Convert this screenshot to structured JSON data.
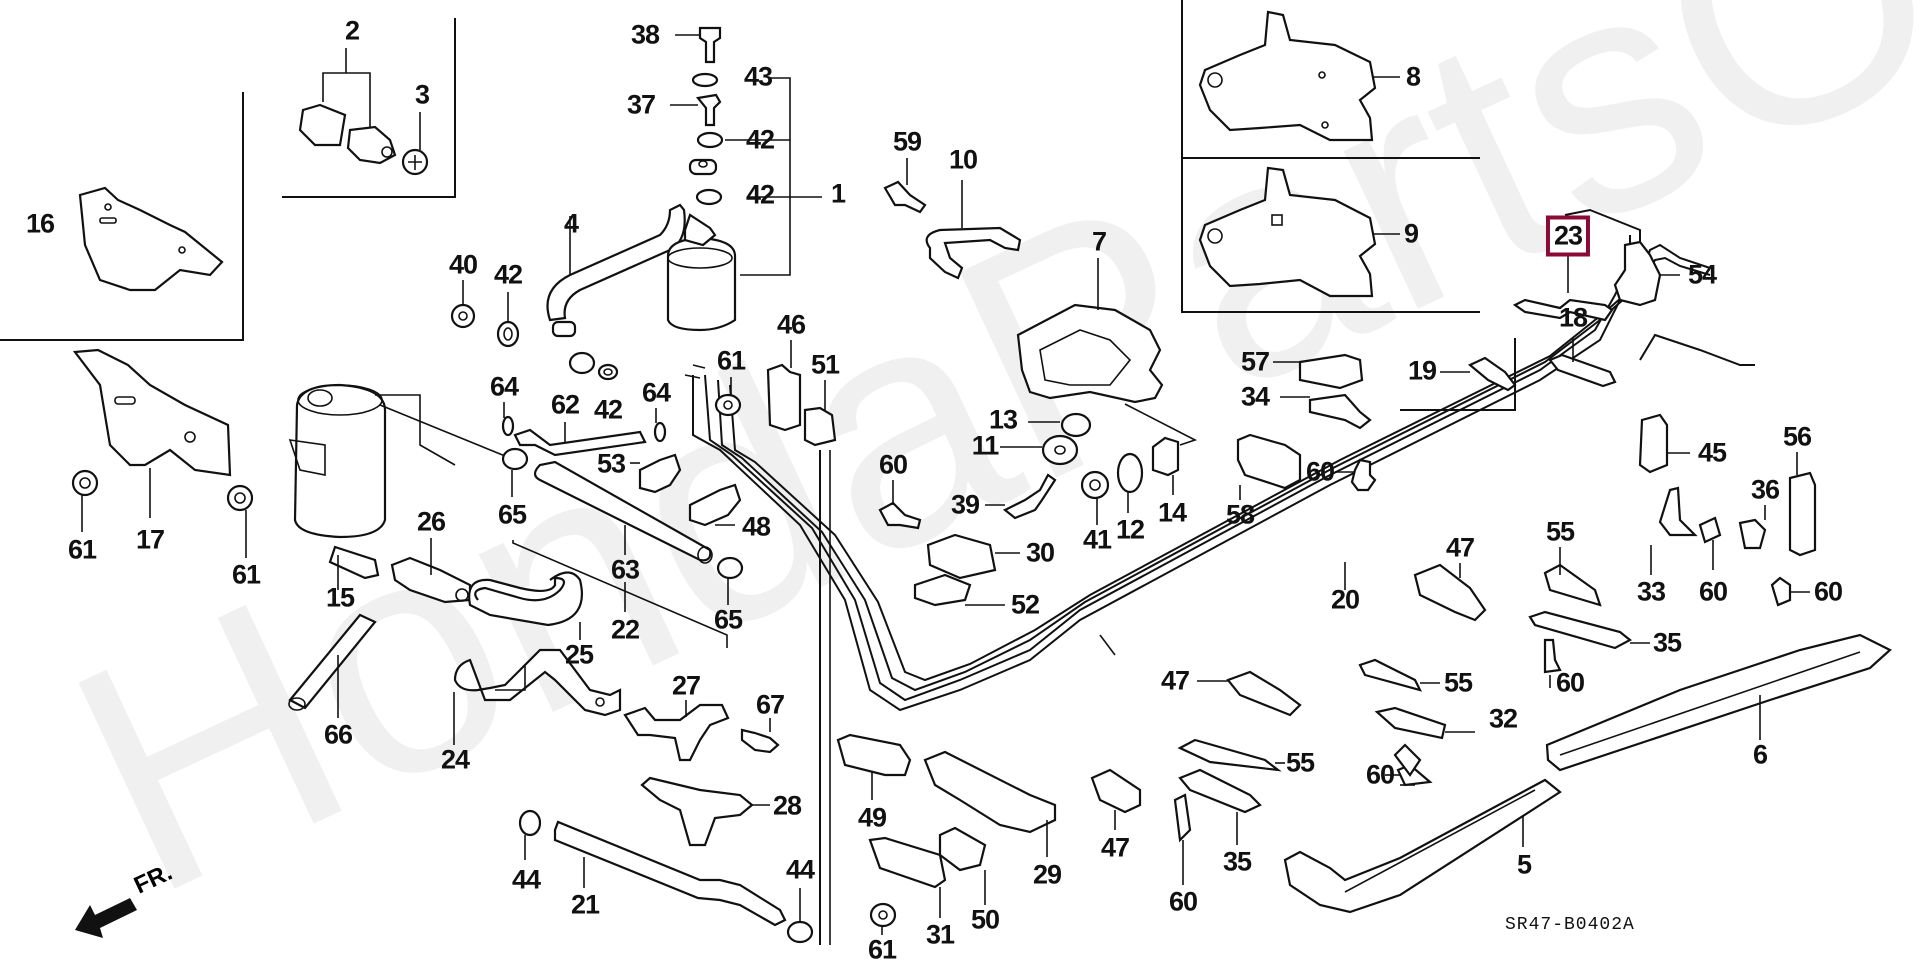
{
  "diagram": {
    "title": "Fuel Pipe Parts Diagram",
    "diagram_code": "SR47-B0402A",
    "direction_label": "FR.",
    "watermark": "HondaPartsOnline.ru",
    "highlighted_part": "23",
    "accent_color": "#8b0a36",
    "callouts": [
      {
        "id": "c1",
        "label": "1"
      },
      {
        "id": "c2",
        "label": "2"
      },
      {
        "id": "c3",
        "label": "3"
      },
      {
        "id": "c4",
        "label": "4"
      },
      {
        "id": "c5",
        "label": "5"
      },
      {
        "id": "c6",
        "label": "6"
      },
      {
        "id": "c7",
        "label": "7"
      },
      {
        "id": "c8",
        "label": "8"
      },
      {
        "id": "c9",
        "label": "9"
      },
      {
        "id": "c10",
        "label": "10"
      },
      {
        "id": "c11",
        "label": "11"
      },
      {
        "id": "c12",
        "label": "12"
      },
      {
        "id": "c13",
        "label": "13"
      },
      {
        "id": "c14",
        "label": "14"
      },
      {
        "id": "c15",
        "label": "15"
      },
      {
        "id": "c16",
        "label": "16"
      },
      {
        "id": "c17",
        "label": "17"
      },
      {
        "id": "c18",
        "label": "18"
      },
      {
        "id": "c19",
        "label": "19"
      },
      {
        "id": "c20",
        "label": "20"
      },
      {
        "id": "c21",
        "label": "21"
      },
      {
        "id": "c22",
        "label": "22"
      },
      {
        "id": "c23",
        "label": "23"
      },
      {
        "id": "c24",
        "label": "24"
      },
      {
        "id": "c25",
        "label": "25"
      },
      {
        "id": "c26",
        "label": "26"
      },
      {
        "id": "c27",
        "label": "27"
      },
      {
        "id": "c28",
        "label": "28"
      },
      {
        "id": "c29",
        "label": "29"
      },
      {
        "id": "c30",
        "label": "30"
      },
      {
        "id": "c31",
        "label": "31"
      },
      {
        "id": "c32",
        "label": "32"
      },
      {
        "id": "c33",
        "label": "33"
      },
      {
        "id": "c34",
        "label": "34"
      },
      {
        "id": "c35a",
        "label": "35"
      },
      {
        "id": "c35b",
        "label": "35"
      },
      {
        "id": "c36",
        "label": "36"
      },
      {
        "id": "c37",
        "label": "37"
      },
      {
        "id": "c38",
        "label": "38"
      },
      {
        "id": "c39",
        "label": "39"
      },
      {
        "id": "c40",
        "label": "40"
      },
      {
        "id": "c41",
        "label": "41"
      },
      {
        "id": "c42a",
        "label": "42"
      },
      {
        "id": "c42b",
        "label": "42"
      },
      {
        "id": "c42c",
        "label": "42"
      },
      {
        "id": "c42d",
        "label": "42"
      },
      {
        "id": "c43",
        "label": "43"
      },
      {
        "id": "c44a",
        "label": "44"
      },
      {
        "id": "c44b",
        "label": "44"
      },
      {
        "id": "c45",
        "label": "45"
      },
      {
        "id": "c46",
        "label": "46"
      },
      {
        "id": "c47a",
        "label": "47"
      },
      {
        "id": "c47b",
        "label": "47"
      },
      {
        "id": "c47c",
        "label": "47"
      },
      {
        "id": "c48",
        "label": "48"
      },
      {
        "id": "c49",
        "label": "49"
      },
      {
        "id": "c50",
        "label": "50"
      },
      {
        "id": "c51",
        "label": "51"
      },
      {
        "id": "c52",
        "label": "52"
      },
      {
        "id": "c53",
        "label": "53"
      },
      {
        "id": "c54",
        "label": "54"
      },
      {
        "id": "c55a",
        "label": "55"
      },
      {
        "id": "c55b",
        "label": "55"
      },
      {
        "id": "c55c",
        "label": "55"
      },
      {
        "id": "c56",
        "label": "56"
      },
      {
        "id": "c57",
        "label": "57"
      },
      {
        "id": "c58",
        "label": "58"
      },
      {
        "id": "c59",
        "label": "59"
      },
      {
        "id": "c60a",
        "label": "60"
      },
      {
        "id": "c60b",
        "label": "60"
      },
      {
        "id": "c60c",
        "label": "60"
      },
      {
        "id": "c60d",
        "label": "60"
      },
      {
        "id": "c60e",
        "label": "60"
      },
      {
        "id": "c60f",
        "label": "60"
      },
      {
        "id": "c60g",
        "label": "60"
      },
      {
        "id": "c61a",
        "label": "61"
      },
      {
        "id": "c61b",
        "label": "61"
      },
      {
        "id": "c61c",
        "label": "61"
      },
      {
        "id": "c61d",
        "label": "61"
      },
      {
        "id": "c62",
        "label": "62"
      },
      {
        "id": "c63",
        "label": "63"
      },
      {
        "id": "c64a",
        "label": "64"
      },
      {
        "id": "c64b",
        "label": "64"
      },
      {
        "id": "c65a",
        "label": "65"
      },
      {
        "id": "c65b",
        "label": "65"
      },
      {
        "id": "c66",
        "label": "66"
      },
      {
        "id": "c67",
        "label": "67"
      }
    ]
  }
}
